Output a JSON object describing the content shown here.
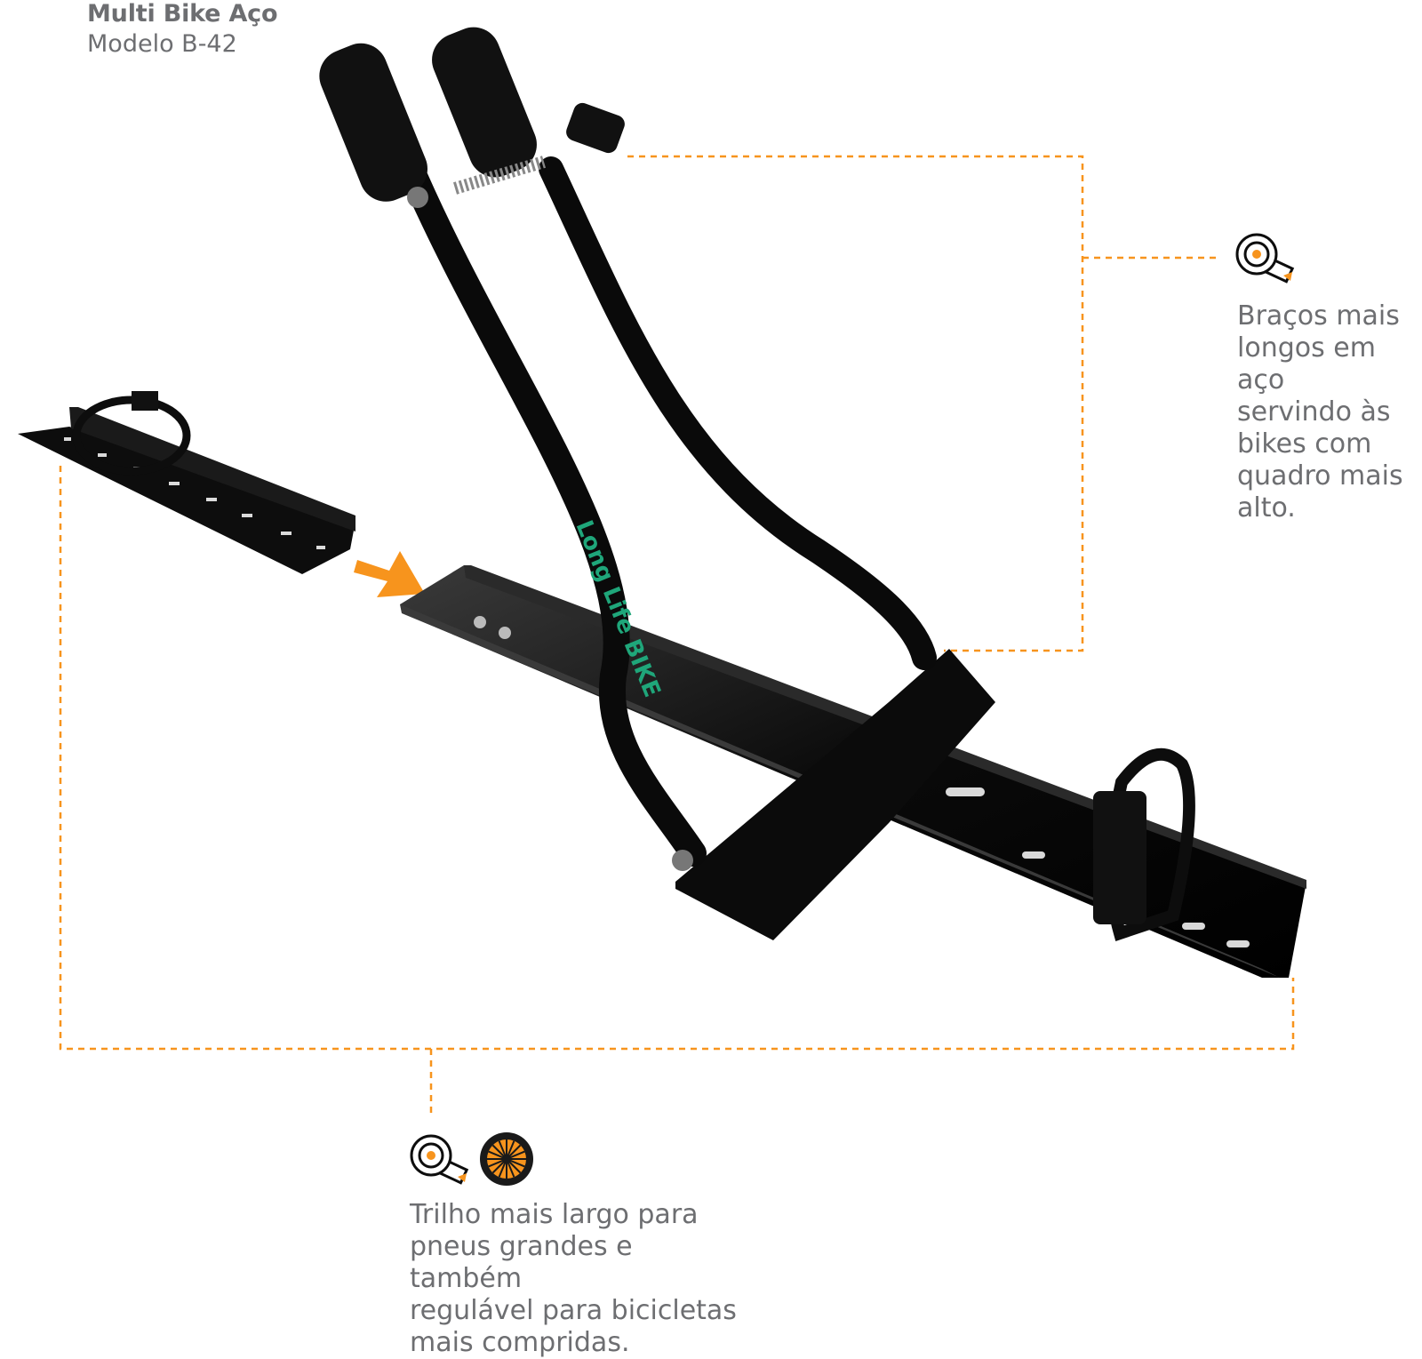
{
  "header": {
    "title": "Multi Bike Aço",
    "subtitle": "Modelo B-42"
  },
  "product_brand": "Long Life BIKE",
  "callouts": {
    "arms": {
      "icon": "measuring-tape-icon",
      "lines": [
        "Braços mais",
        "longos em aço",
        "servindo às",
        "bikes com",
        "quadro mais",
        "alto."
      ]
    },
    "rail": {
      "icons": [
        "measuring-tape-icon",
        "bike-wheel-icon"
      ],
      "lines": [
        "Trilho mais largo para",
        "pneus grandes e também",
        "regulável para bicicletas",
        "mais compridas."
      ]
    }
  },
  "colors": {
    "accent": "#f7941d",
    "text": "#6d6e71",
    "product": "#0d0d0d",
    "brand_text": "#1fa67a"
  }
}
